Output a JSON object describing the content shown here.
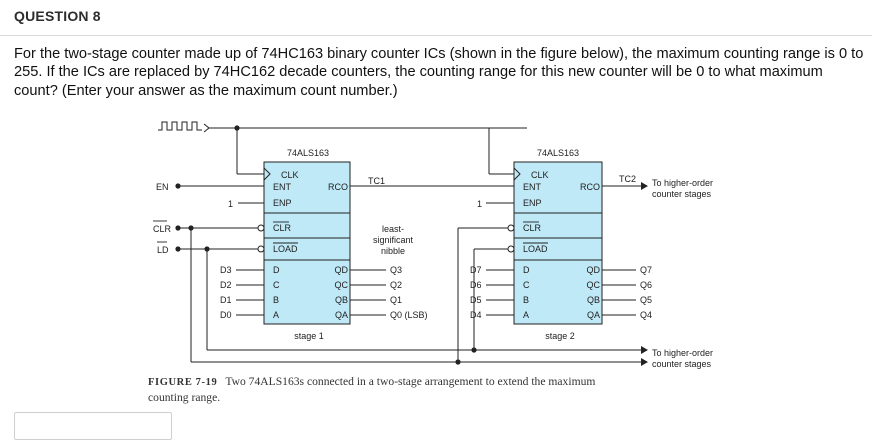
{
  "question": {
    "title": "QUESTION 8",
    "text": "For the two-stage counter made up of 74HC163 binary counter ICs (shown in the figure below), the maximum counting range is 0 to 255.  If the ICs are replaced by 74HC162 decade counters, the counting range for this new counter will be 0 to what maximum count? (Enter your answer as the maximum count number.)"
  },
  "figure": {
    "stage1": {
      "chip": "74ALS163",
      "label": "stage 1",
      "left_pins": [
        "CLK",
        "ENT",
        "ENP",
        "CLR",
        "LOAD",
        "D",
        "C",
        "B",
        "A"
      ],
      "right_pins": [
        "RCO",
        "QD",
        "QC",
        "QB",
        "QA"
      ],
      "inputs": [
        "D3",
        "D2",
        "D1",
        "D0"
      ],
      "outputs": [
        "Q3",
        "Q2",
        "Q1",
        "Q0 (LSB)"
      ]
    },
    "stage2": {
      "chip": "74ALS163",
      "label": "stage 2",
      "left_pins": [
        "CLK",
        "ENT",
        "ENP",
        "CLR",
        "LOAD",
        "D",
        "C",
        "B",
        "A"
      ],
      "right_pins": [
        "RCO",
        "QD",
        "QC",
        "QB",
        "QA"
      ],
      "inputs": [
        "D7",
        "D6",
        "D5",
        "D4"
      ],
      "outputs": [
        "Q7",
        "Q6",
        "Q5",
        "Q4"
      ]
    },
    "signals": {
      "en": "EN",
      "clr": "CLR",
      "ld": "LD",
      "one_a": "1",
      "one_b": "1",
      "tc1": "TC1",
      "tc2": "TC2",
      "nibble": [
        "least-",
        "significant",
        "nibble"
      ],
      "higher_a": [
        "To higher-order",
        "counter stages"
      ],
      "higher_b": [
        "To higher-order",
        "counter stages"
      ]
    },
    "colors": {
      "chip_fill": "#bfe9f7",
      "wire": "#222222"
    }
  },
  "caption": {
    "figure_number": "FIGURE 7-19",
    "text": "Two 74ALS163s connected in a two-stage arrangement to extend the maximum counting range."
  },
  "answer": {
    "value": ""
  }
}
